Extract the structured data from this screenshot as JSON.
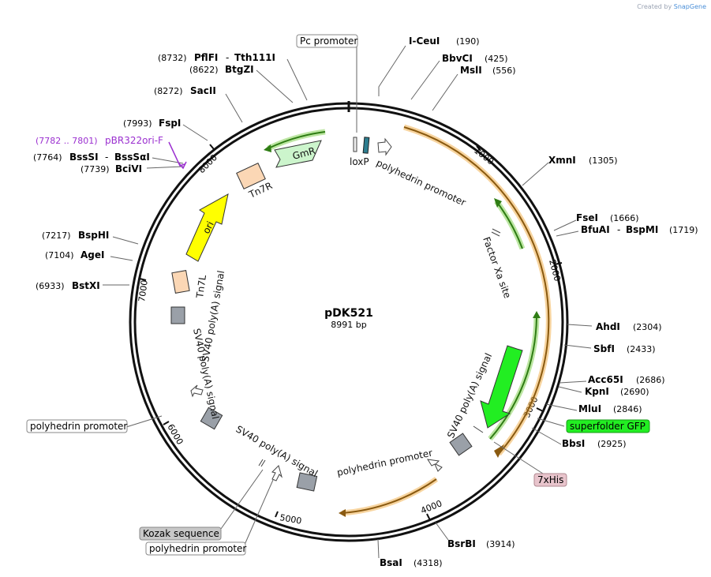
{
  "credit": {
    "prefix": "Created by",
    "brand": "SnapGene"
  },
  "plasmid": {
    "name": "pDK521",
    "length_label": "8991 bp",
    "length": 8991
  },
  "ticks": [
    "1000",
    "2000",
    "3000",
    "4000",
    "5000",
    "6000",
    "7000",
    "8000"
  ],
  "sites": [
    {
      "name": "I-CeuI",
      "pos": "(190)"
    },
    {
      "name": "BbvCI",
      "pos": "(425)"
    },
    {
      "name": "MslI",
      "pos": "(556)"
    },
    {
      "name": "XmnI",
      "pos": "(1305)"
    },
    {
      "name": "FseI",
      "pos": "(1666)"
    },
    {
      "name": "BfuAI",
      "name2": "BspMI",
      "pos": "(1719)"
    },
    {
      "name": "AhdI",
      "pos": "(2304)"
    },
    {
      "name": "SbfI",
      "pos": "(2433)"
    },
    {
      "name": "Acc65I",
      "pos": "(2686)"
    },
    {
      "name": "KpnI",
      "pos": "(2690)"
    },
    {
      "name": "MluI",
      "pos": "(2846)"
    },
    {
      "name": "BbsI",
      "pos": "(2925)"
    },
    {
      "name": "BsrBI",
      "pos": "(3914)"
    },
    {
      "name": "BsaI",
      "pos": "(4318)"
    },
    {
      "name": "BstXI",
      "pos": "(6933)"
    },
    {
      "name": "AgeI",
      "pos": "(7104)"
    },
    {
      "name": "BspHI",
      "pos": "(7217)"
    },
    {
      "name": "BciVI",
      "pos": "(7739)"
    },
    {
      "name": "BssSI",
      "name2": "BssSαI",
      "pos": "(7764)"
    },
    {
      "name": "FspI",
      "pos": "(7993)"
    },
    {
      "name": "SacII",
      "pos": "(8272)"
    },
    {
      "name": "BtgZI",
      "pos": "(8622)"
    },
    {
      "name": "PflFI",
      "name2": "Tth111I",
      "pos": "(8732)"
    }
  ],
  "primer": {
    "name": "pBR322ori-F",
    "range": "(7782 .. 7801)"
  },
  "boxed_features": [
    {
      "key": "pc_promoter",
      "label": "Pc promoter"
    },
    {
      "key": "superfolder_gfp",
      "label": "superfolder GFP"
    },
    {
      "key": "his_tag",
      "label": "7xHis"
    },
    {
      "key": "kozak",
      "label": "Kozak sequence"
    },
    {
      "key": "polyhedrin_bottom",
      "label": "polyhedrin promoter"
    },
    {
      "key": "polyhedrin_left",
      "label": "polyhedrin promoter"
    }
  ],
  "inner_labels": [
    {
      "key": "loxp",
      "label": "loxP"
    },
    {
      "key": "poly_top",
      "label": "polyhedrin promoter"
    },
    {
      "key": "factor_xa",
      "label": "Factor Xa site"
    },
    {
      "key": "sv40_right",
      "label": "SV40 poly(A) signal"
    },
    {
      "key": "poly_bottom",
      "label": "polyhedrin promoter"
    },
    {
      "key": "sv40_bottom",
      "label": "SV40 poly(A) signal"
    },
    {
      "key": "sv40_left_a",
      "label": "SV40 poly(A) signal"
    },
    {
      "key": "sv40_left_b",
      "label": "SV40 poly(A) signal"
    },
    {
      "key": "tn7l",
      "label": "Tn7L"
    },
    {
      "key": "ori",
      "label": "ori"
    },
    {
      "key": "tn7r",
      "label": "Tn7R"
    },
    {
      "key": "gmr",
      "label": "GmR"
    }
  ],
  "colors": {
    "backbone": "#111111",
    "orf_orange": "#f0b050",
    "orf_green": "#4caf2a",
    "gfp": "#22ee22",
    "gmr": "#ccf5cc",
    "tn7": "#fbd7b5",
    "ori": "#ffff00",
    "terminator": "#9aa0a8",
    "loxp": "#2d7d8f",
    "primer": "#9b30d0",
    "his_box": "#e8c4cc",
    "kozak_box": "#c8c8c8"
  }
}
